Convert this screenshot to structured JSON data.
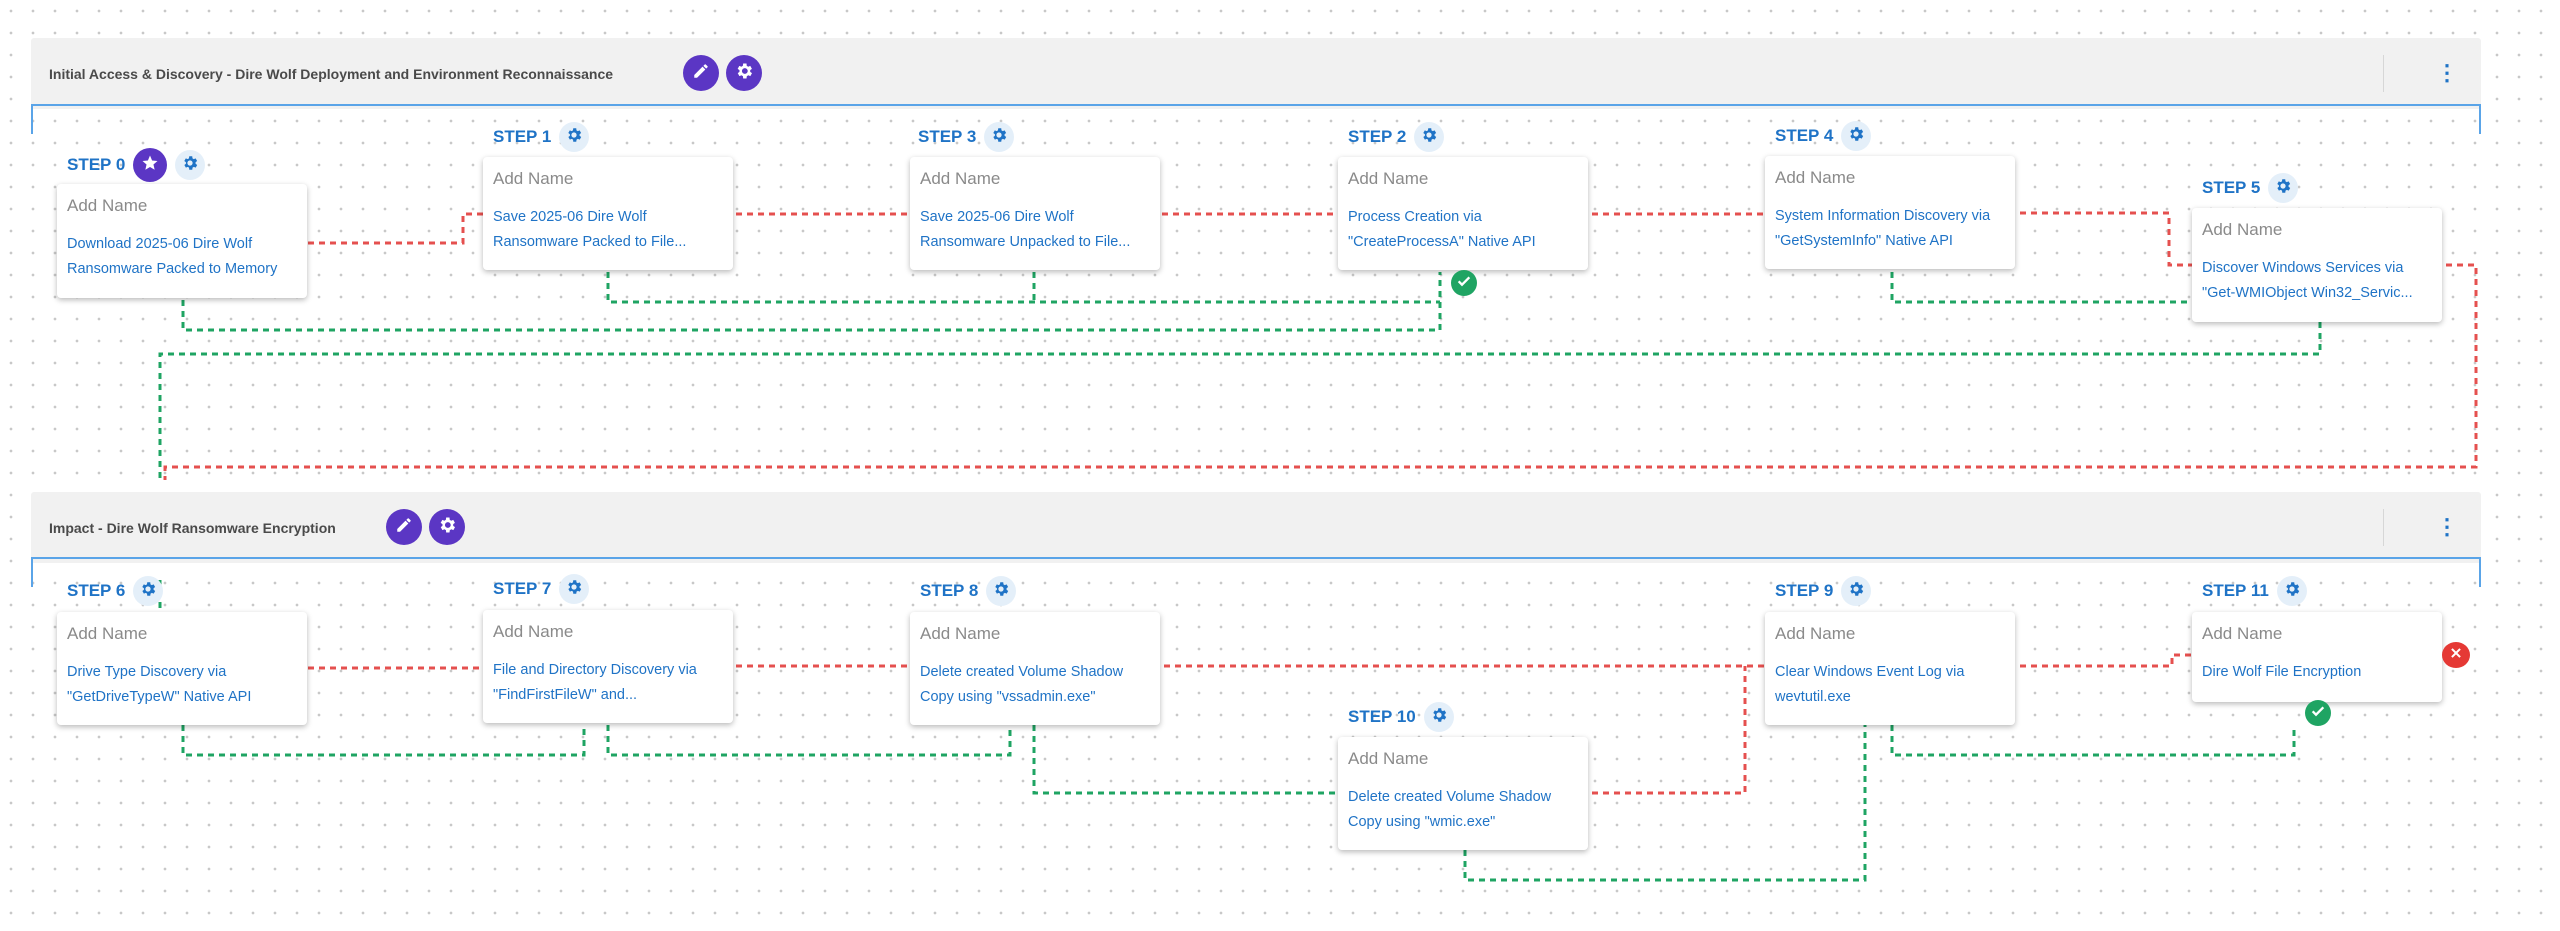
{
  "phases": [
    {
      "title": "Initial Access & Discovery - Dire Wolf Deployment and Environment Reconnaissance"
    },
    {
      "title": "Impact - Dire Wolf Ransomware Encryption"
    }
  ],
  "steps": {
    "s0": {
      "label": "STEP 0",
      "name": "Add Name",
      "desc": "Download 2025-06 Dire Wolf Ransomware Packed to Memory"
    },
    "s1": {
      "label": "STEP 1",
      "name": "Add Name",
      "desc": "Save 2025-06 Dire Wolf Ransomware Packed to File..."
    },
    "s3": {
      "label": "STEP 3",
      "name": "Add Name",
      "desc": "Save 2025-06 Dire Wolf Ransomware Unpacked to File..."
    },
    "s2": {
      "label": "STEP 2",
      "name": "Add Name",
      "desc": "Process Creation via \"CreateProcessA\" Native API"
    },
    "s4": {
      "label": "STEP 4",
      "name": "Add Name",
      "desc": "System Information Discovery via \"GetSystemInfo\" Native API"
    },
    "s5": {
      "label": "STEP 5",
      "name": "Add Name",
      "desc": "Discover Windows Services via \"Get-WMIObject Win32_Servic..."
    },
    "s6": {
      "label": "STEP 6",
      "name": "Add Name",
      "desc": "Drive Type Discovery via \"GetDriveTypeW\" Native API"
    },
    "s7": {
      "label": "STEP 7",
      "name": "Add Name",
      "desc": "File and Directory Discovery via \"FindFirstFileW\" and..."
    },
    "s8": {
      "label": "STEP 8",
      "name": "Add Name",
      "desc": "Delete created Volume Shadow Copy using \"vssadmin.exe\""
    },
    "s10": {
      "label": "STEP 10",
      "name": "Add Name",
      "desc": "Delete created Volume Shadow Copy using \"wmic.exe\""
    },
    "s9": {
      "label": "STEP 9",
      "name": "Add Name",
      "desc": "Clear Windows Event Log via wevtutil.exe"
    },
    "s11": {
      "label": "STEP 11",
      "name": "Add Name",
      "desc": "Dire Wolf File Encryption"
    }
  },
  "icons": {
    "edit": "pencil-icon",
    "phase_settings": "gear-cog-icon",
    "step_settings": "gear-icon",
    "entry": "star-icon",
    "menu": "vertical-dots-icon",
    "success": "check-icon",
    "failure": "close-icon"
  },
  "colors": {
    "accent": "#1f73c6",
    "phase_button": "#5b36c4",
    "success_path": "#1fa463",
    "failure_path": "#e5504f"
  }
}
